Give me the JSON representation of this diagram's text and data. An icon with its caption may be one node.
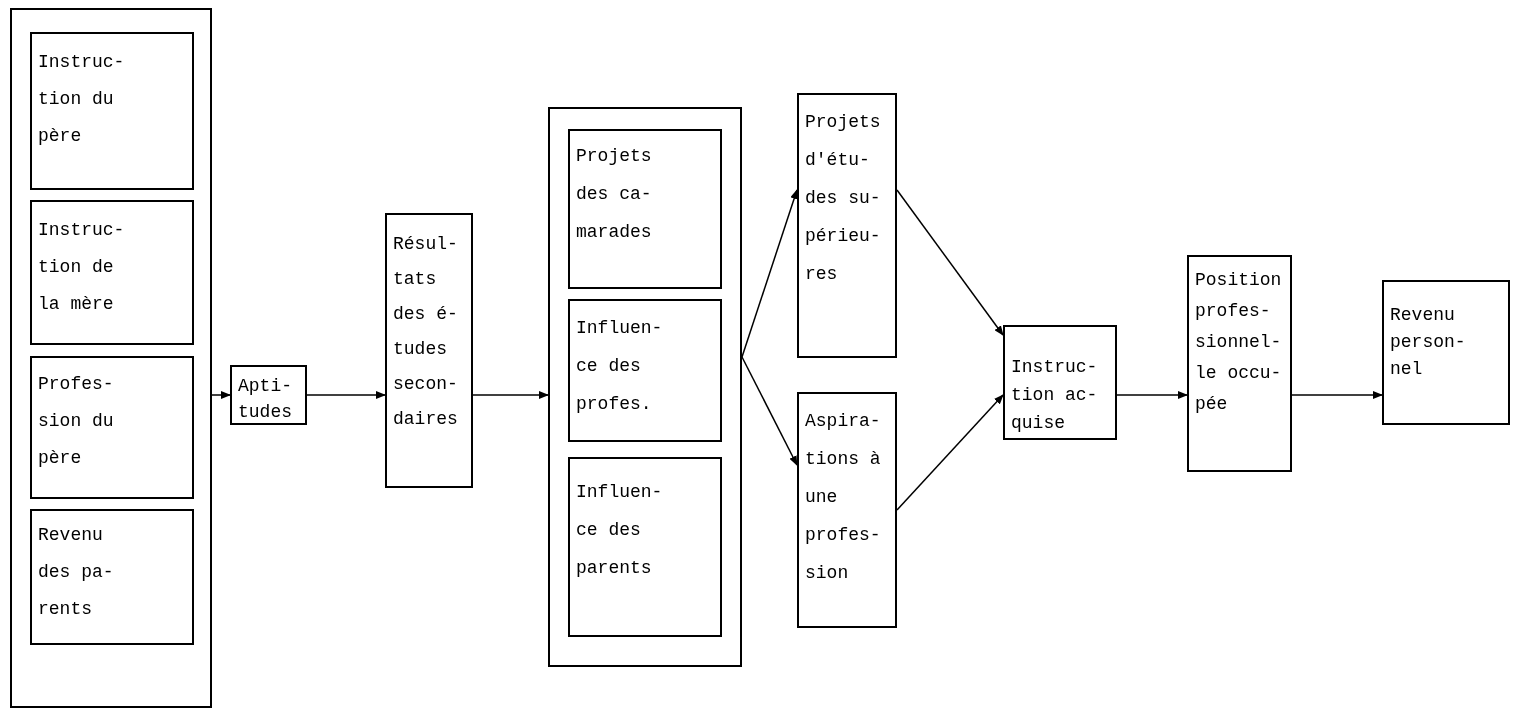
{
  "diagram": {
    "nodes": [
      {
        "text": [],
        "shape": "box"
      },
      {
        "text": [
          "Instruc- tion du père"
        ],
        "in": 0
      },
      {
        "text": [
          "Instruc- tion de la mère"
        ],
        "in": 0
      },
      {
        "text": [
          "Profes- sion du père"
        ],
        "in": 0
      },
      {
        "text": [
          "Revenu des pa- rents"
        ],
        "in": 0
      },
      {
        "text": [
          "Apti- tudes"
        ]
      },
      {
        "text": [
          "Résul- tats des é- tudes secon- daires"
        ]
      },
      {
        "text": [],
        "shape": "box"
      },
      {
        "text": [
          "Projets des ca- marades"
        ],
        "in": 7
      },
      {
        "text": [
          "Influen- ce des profes."
        ],
        "in": 7
      },
      {
        "text": [
          "Influen- ce des parents"
        ],
        "in": 7
      },
      {
        "text": [
          "Projets d'étu- des su- périeu- res"
        ]
      },
      {
        "text": [
          "Aspira- tions à une profes- sion"
        ]
      },
      {
        "text": [
          "Instruc- tion ac- quise"
        ]
      },
      {
        "text": [
          "Position profes- sionnel- le occu- pée"
        ]
      },
      {
        "text": [
          "Revenu person- nel"
        ]
      }
    ],
    "edges": [
      {
        "from": 0,
        "to": 5,
        "arrow": "to"
      },
      {
        "from": 5,
        "to": 6,
        "arrow": "to"
      },
      {
        "from": 6,
        "to": 7,
        "arrow": "to"
      },
      {
        "from": 7,
        "to": 11,
        "arrow": "to"
      },
      {
        "from": 7,
        "to": 12,
        "arrow": "to"
      },
      {
        "from": 11,
        "to": 13,
        "arrow": "to"
      },
      {
        "from": 12,
        "to": 13,
        "arrow": "to"
      },
      {
        "from": 13,
        "to": 14,
        "arrow": "to"
      },
      {
        "from": 14,
        "to": 15,
        "arrow": "to"
      }
    ]
  }
}
